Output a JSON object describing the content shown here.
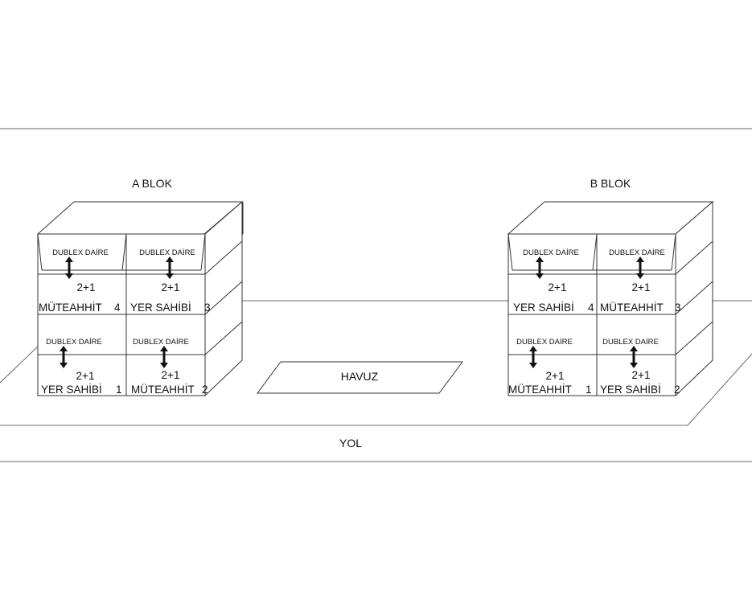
{
  "labels": {
    "a_blok": "A BLOK",
    "b_blok": "B BLOK",
    "havuz": "HAVUZ",
    "yol": "YOL"
  },
  "blocks": {
    "a": {
      "upper_left": {
        "dublex": "DUBLEX DAİRE",
        "type": "2+1",
        "owner": "MÜTEAHHİT",
        "no": "4"
      },
      "upper_right": {
        "dublex": "DUBLEX DAİRE",
        "type": "2+1",
        "owner": "YER SAHİBİ",
        "no": "3"
      },
      "lower_left": {
        "dublex": "DUBLEX DAİRE",
        "type": "2+1",
        "owner": "YER SAHİBİ",
        "no": "1"
      },
      "lower_right": {
        "dublex": "DUBLEX DAİRE",
        "type": "2+1",
        "owner": "MÜTEAHHİT",
        "no": "2"
      }
    },
    "b": {
      "upper_left": {
        "dublex": "DUBLEX DAİRE",
        "type": "2+1",
        "owner": "YER SAHİBİ",
        "no": "4"
      },
      "upper_right": {
        "dublex": "DUBLEX DAİRE",
        "type": "2+1",
        "owner": "MÜTEAHHİT",
        "no": "3"
      },
      "lower_left": {
        "dublex": "DUBLEX DAİRE",
        "type": "2+1",
        "owner": "MÜTEAHHİT",
        "no": "1"
      },
      "lower_right": {
        "dublex": "DUBLEX DAİRE",
        "type": "2+1",
        "owner": "YER SAHİBİ",
        "no": "2"
      }
    }
  }
}
